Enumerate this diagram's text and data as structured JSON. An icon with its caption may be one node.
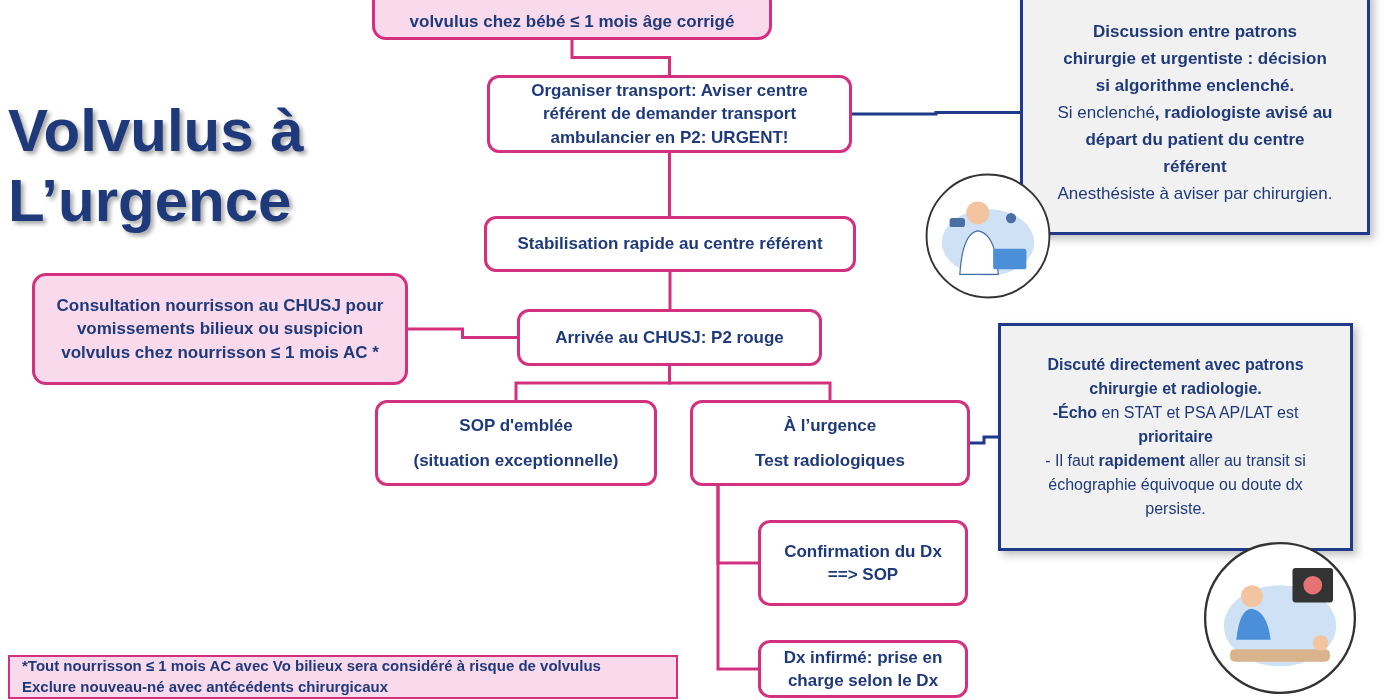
{
  "diagram": {
    "title": "Volvulus à L’urgence",
    "nodes": [
      {
        "text": [
          "volvulus chez bébé ≤ 1 mois âge corrigé"
        ]
      },
      {
        "text": [
          "Organiser transport: Aviser centre référent de demander transport ambulancier en P2: URGENT!"
        ]
      },
      {
        "text": [
          "Stabilisation rapide au centre référent"
        ]
      },
      {
        "text": [
          "Consultation nourrisson au CHUSJ pour vomissements bilieux ou suspicion volvulus chez nourrisson ≤ 1 mois AC *"
        ]
      },
      {
        "text": [
          "Arrivée au CHUSJ: P2 rouge"
        ]
      },
      {
        "text": [
          "SOP d'emblée",
          "(situation exceptionnelle)"
        ]
      },
      {
        "text": [
          "À l’urgence",
          "Test radiologiques"
        ]
      },
      {
        "text": [
          "Confirmation du Dx ==> SOP"
        ]
      },
      {
        "text": [
          "Dx infirmé: prise en charge selon le Dx"
        ]
      },
      {
        "text": [
          "Discussion entre patrons chirurgie et urgentiste : décision si algorithme enclenché.",
          "Si enclenché**, radiologiste avisé au départ du patient du centre référent**",
          "Anesthésiste à aviser par chirurgien."
        ]
      },
      {
        "text": [
          "Discuté directement avec patrons chirurgie et radiologie.",
          "**-Écho** en STAT et PSA AP/LAT est **prioritaire**",
          "- Il faut **rapidement** aller au transit si échographie équivoque ou doute dx persiste."
        ]
      },
      {
        "text": [
          "*Tout nourrisson ≤ 1 mois AC avec Vo bilieux sera considéré à risque de volvulus",
          "Exclure nouveau-né avec antécédents chirurgicaux"
        ]
      }
    ],
    "edges": [
      {
        "from": 0,
        "to": 1,
        "arrow": "none"
      },
      {
        "from": 1,
        "to": 2,
        "arrow": "none"
      },
      {
        "from": 2,
        "to": 4,
        "arrow": "none"
      },
      {
        "from": 3,
        "to": 4,
        "arrow": "none"
      },
      {
        "from": 4,
        "to": 5,
        "arrow": "none"
      },
      {
        "from": 4,
        "to": 6,
        "arrow": "none"
      },
      {
        "from": 6,
        "to": 7,
        "arrow": "none"
      },
      {
        "from": 6,
        "to": 8,
        "arrow": "none"
      },
      {
        "from": 9,
        "to": 1,
        "arrow": "none",
        "color": "#1f3a8a"
      },
      {
        "from": 10,
        "to": 6,
        "arrow": "none",
        "color": "#1f3a8a"
      }
    ]
  }
}
